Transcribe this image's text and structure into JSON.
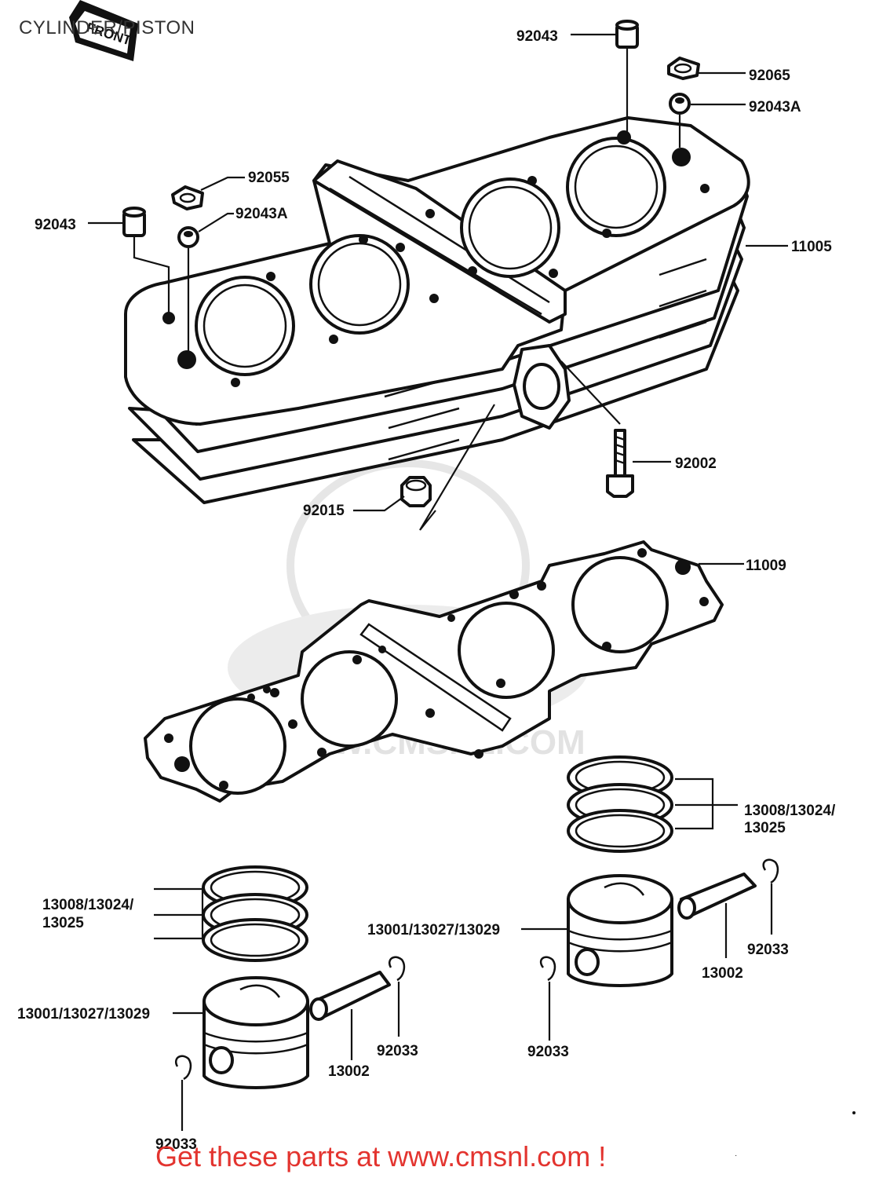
{
  "page_title": "CYLINDER/PISTON",
  "front_marker": "FRONT",
  "watermark": "WWW.CMSNL.COM",
  "footer_link": "Get these parts at www.cmsnl.com !",
  "colors": {
    "link": "#e3342f",
    "ink": "#111111",
    "watermark": "#d9d9d9"
  },
  "parts": {
    "p92043_top": "92043",
    "p92065": "92065",
    "p92043A_right": "92043A",
    "p92055": "92055",
    "p92043_left": "92043",
    "p92043A_left": "92043A",
    "p11005": "11005",
    "p92002": "92002",
    "p92015": "92015",
    "p11009": "11009",
    "rings_right_1": "13008/13024/",
    "rings_right_2": "13025",
    "rings_left_1": "13008/13024/",
    "rings_left_2": "13025",
    "piston_right": "13001/13027/13029",
    "pin_right": "13002",
    "clip_right_a": "92033",
    "clip_right_b": "92033",
    "piston_left": "13001/13027/13029",
    "pin_left": "13002",
    "clip_left_a": "92033",
    "clip_left_b": "92033"
  }
}
